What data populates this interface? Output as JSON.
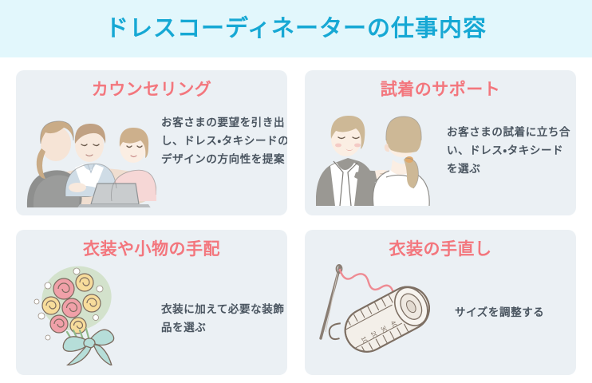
{
  "header": {
    "title": "ドレスコーディネーターの仕事内容",
    "background_color": "#E2F7FC",
    "title_color": "#16A8D4"
  },
  "theme": {
    "page_background": "#FFFFFF",
    "card_background": "#EBF0F4",
    "card_title_color": "#F3767D",
    "card_text_color": "#4A5560"
  },
  "cards": [
    {
      "title": "カウンセリング",
      "text": "お客さまの要望を引き出し、ドレス・タキシードのデザインの方向性を提案",
      "illustration": "three-people-meeting-illustration"
    },
    {
      "title": "試着のサポート",
      "text": "お客さまの試着に立ち合い、ドレス・タキシードを選ぶ",
      "illustration": "coordinator-and-bride-fitting-illustration"
    },
    {
      "title": "衣装や小物の手配",
      "text": "衣装に加えて必要な装飾品を選ぶ",
      "illustration": "bridal-bouquet-illustration"
    },
    {
      "title": "衣装の手直し",
      "text": "サイズを調整する",
      "illustration": "needle-thread-and-measuring-tape-illustration"
    }
  ]
}
